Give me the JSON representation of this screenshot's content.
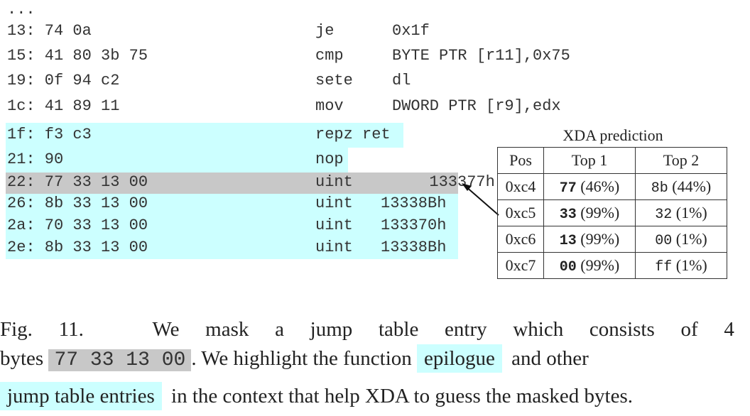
{
  "listing": [
    {
      "addr": "...",
      "op": "",
      "arg": ""
    },
    {
      "addr": "13: 74 0a",
      "op": "je",
      "arg": "0x1f"
    },
    {
      "addr": "15: 41 80 3b 75",
      "op": "cmp",
      "arg": "BYTE PTR [r11],0x75"
    },
    {
      "addr": "19: 0f 94 c2",
      "op": "sete",
      "arg": "dl"
    },
    {
      "addr": "1c: 41 89 11",
      "op": "mov",
      "arg": "DWORD PTR [r9],edx"
    },
    {
      "addr": "1f: f3 c3",
      "op": "repz ret",
      "arg": ""
    },
    {
      "addr": "21: 90",
      "op": "nop",
      "arg": ""
    },
    {
      "addr": "22: 77 33 13 00",
      "op": "uint",
      "arg": "133377h"
    },
    {
      "addr": "26: 8b 33 13 00",
      "op": "uint",
      "arg": "13338Bh"
    },
    {
      "addr": "2a: 70 33 13 00",
      "op": "uint",
      "arg": "133370h"
    },
    {
      "addr": "2e: 8b 33 13 00",
      "op": "uint",
      "arg": "13338Bh"
    }
  ],
  "xda": {
    "title": "XDA prediction",
    "headers": [
      "Pos",
      "Top 1",
      "Top 2"
    ],
    "rows": [
      {
        "pos": "0xc4",
        "t1_byte": "77",
        "t1_pct": "(46%)",
        "t2_byte": "8b",
        "t2_pct": "(44%)"
      },
      {
        "pos": "0xc5",
        "t1_byte": "33",
        "t1_pct": "(99%)",
        "t2_byte": "32",
        "t2_pct": "(1%)"
      },
      {
        "pos": "0xc6",
        "t1_byte": "13",
        "t1_pct": "(99%)",
        "t2_byte": "00",
        "t2_pct": "(1%)"
      },
      {
        "pos": "0xc7",
        "t1_byte": "00",
        "t1_pct": "(99%)",
        "t2_byte": "ff",
        "t2_pct": "(1%)"
      }
    ]
  },
  "caption": {
    "line1_words": [
      "Fig.",
      "11.",
      "We",
      "mask",
      "a",
      "jump",
      "table",
      "entry",
      "which",
      "consists",
      "of",
      "4"
    ],
    "line2_pre": "bytes",
    "line2_box": "77 33 13 00",
    "line2_mid": ". We highlight the function",
    "line2_box2": "epilogue",
    "line2_post": "and other",
    "line3_box": "jump table entries",
    "line3_post": "in the context that help XDA to guess the masked bytes."
  },
  "colors": {
    "cyan_highlight": "#ccffff",
    "gray_highlight": "#c8c8c8"
  }
}
